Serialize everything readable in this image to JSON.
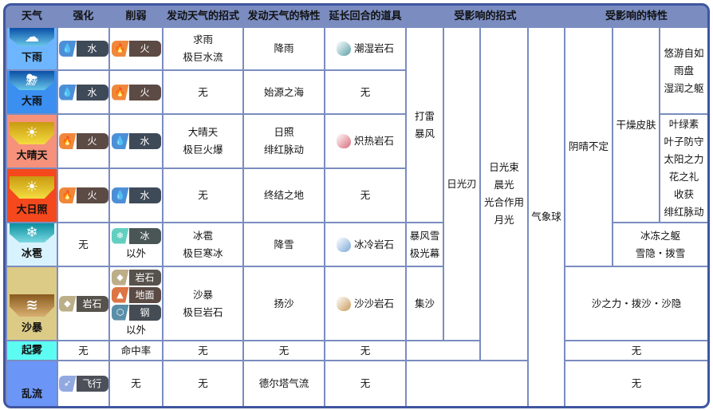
{
  "headers": [
    "天气",
    "强化",
    "削弱",
    "发动天气的招式",
    "发动天气的特性",
    "延长回合的道具",
    "受影响的招式",
    "受影响的特性"
  ],
  "types": {
    "水": {
      "icon": "water-drop",
      "icon_color": "#4d8fd6",
      "label_bg": "#3f4a58"
    },
    "火": {
      "icon": "flame",
      "icon_color": "#f0883c",
      "label_bg": "#5c4a44"
    },
    "冰": {
      "icon": "snowflake",
      "icon_color": "#62cfc0",
      "label_bg": "#4a5656"
    },
    "岩石": {
      "icon": "rock",
      "icon_color": "#bcae88",
      "label_bg": "#57524c"
    },
    "地面": {
      "icon": "ground",
      "icon_color": "#dd7545",
      "label_bg": "#5a4a44"
    },
    "钢": {
      "icon": "steel-nut",
      "icon_color": "#5a8ea8",
      "label_bg": "#454c54"
    },
    "飞行": {
      "icon": "wing",
      "icon_color": "#92a8e0",
      "label_bg": "#4c5058"
    }
  },
  "weather_rows": [
    {
      "name": "下雨",
      "bg": "#6db6ff",
      "icon": "rain-cloud-icon",
      "strengthen": [
        "水"
      ],
      "weaken": [
        "火"
      ],
      "weaken_note": "",
      "moves": [
        "求雨",
        "极巨水流"
      ],
      "abilities": [
        "降雨"
      ],
      "item": "潮湿岩石",
      "item_color": "#5aa0a8"
    },
    {
      "name": "大雨",
      "bg": "#3a8ff0",
      "icon": "heavy-rain-icon",
      "strengthen": [
        "水"
      ],
      "weaken": [
        "火"
      ],
      "weaken_note": "",
      "moves": [
        "无"
      ],
      "abilities": [
        "始源之海"
      ],
      "item": "无"
    },
    {
      "name": "大晴天",
      "bg": "#f6917b",
      "icon": "sun-icon",
      "strengthen": [
        "火"
      ],
      "weaken": [
        "水"
      ],
      "weaken_note": "",
      "moves": [
        "大晴天",
        "极巨火爆"
      ],
      "abilities": [
        "日照",
        "绯红脉动"
      ],
      "item": "炽热岩石",
      "item_color": "#d86a7a"
    },
    {
      "name": "大日照",
      "bg": "#f5481c",
      "icon": "harsh-sun-icon",
      "strengthen": [
        "火"
      ],
      "weaken": [
        "水"
      ],
      "weaken_note": "",
      "moves": [
        "无"
      ],
      "abilities": [
        "终结之地"
      ],
      "item": "无"
    },
    {
      "name": "冰雹",
      "bg": "#d8f3fd",
      "icon": "hail-icon",
      "strengthen_text": "无",
      "weaken": [
        "冰"
      ],
      "weaken_note": "以外",
      "moves": [
        "冰雹",
        "极巨寒冰"
      ],
      "abilities": [
        "降雪"
      ],
      "item": "冰冷岩石",
      "item_color": "#7aa8d8"
    },
    {
      "name": "沙暴",
      "bg": "#dccb86",
      "icon": "sandstorm-icon",
      "strengthen": [
        "岩石"
      ],
      "weaken": [
        "岩石",
        "地面",
        "钢"
      ],
      "weaken_note": "以外",
      "moves": [
        "沙暴",
        "极巨岩石"
      ],
      "abilities": [
        "扬沙"
      ],
      "item": "沙沙岩石",
      "item_color": "#c89a5a"
    },
    {
      "name": "起雾",
      "bg": "#5cfcf2",
      "icon": "",
      "strengthen_text": "无",
      "weaken_text": "命中率",
      "moves": [
        "无"
      ],
      "abilities": [
        "无"
      ],
      "item": "无"
    },
    {
      "name": "乱流",
      "bg": "#6b96f8",
      "icon": "",
      "strengthen": [
        "飞行"
      ],
      "weaken_text": "无",
      "moves": [
        "无"
      ],
      "abilities": [
        "德尔塔气流"
      ],
      "item": "无"
    }
  ],
  "affected_moves": [
    [
      "打雷",
      "暴风"
    ],
    [
      "暴风雪",
      "极光幕"
    ],
    [
      "集沙"
    ],
    [
      "日光刃"
    ],
    [],
    [
      "日光束",
      "晨光",
      "光合作用",
      "月光"
    ],
    [],
    [
      "气象球"
    ]
  ],
  "affected_abilities": [
    [
      "阴晴不定"
    ],
    [
      "干燥皮肤"
    ],
    [
      "悠游自如",
      "雨盘",
      "湿润之躯"
    ],
    [
      "叶绿素",
      "叶子防守",
      "太阳之力",
      "花之礼",
      "收获",
      "绯红脉动"
    ],
    [
      "冰冻之躯",
      "雪隐・拨雪"
    ],
    [
      "沙之力・拨沙・沙隐"
    ],
    [
      "无"
    ],
    [
      "无"
    ]
  ],
  "shield_colors": {
    "rain": [
      "#0a4fa8",
      "#68c6e8"
    ],
    "sun": [
      "#c89a10",
      "#f4dc40"
    ],
    "hail": [
      "#0a8ea0",
      "#7ad8e0"
    ],
    "sand": [
      "#8a5a20",
      "#d8b070"
    ]
  }
}
